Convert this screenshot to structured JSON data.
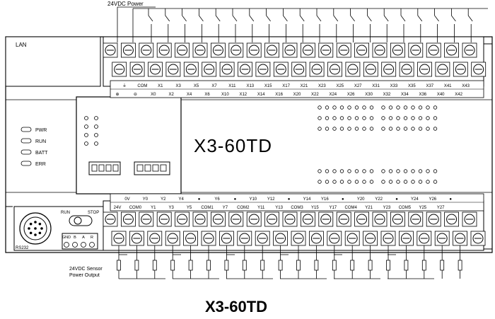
{
  "power_label": "24VDC Power",
  "lan_label": "LAN",
  "model_panel_text": "X3-60TD",
  "caption": "X3-60TD",
  "sensor_label_line1": "24VDC Sensor",
  "sensor_label_line2": "Power Output",
  "rs232_label": "RS232",
  "run_label": "RUN",
  "stop_label": "STOP",
  "comm_port_labels": [
    "GND",
    "B",
    "A",
    "R"
  ],
  "status_leds": [
    "PWR",
    "RUN",
    "BATT",
    "ERR"
  ],
  "top_terminal_row_upper": [
    "⏚",
    "COM",
    "X1",
    "X3",
    "X5",
    "X7",
    "X11",
    "X13",
    "X15",
    "X17",
    "X21",
    "X23",
    "X25",
    "X27",
    "X31",
    "X33",
    "X35",
    "X37",
    "X41",
    "X43"
  ],
  "top_terminal_row_lower": [
    "⊕",
    "⊖",
    "X0",
    "X2",
    "X4",
    "X6",
    "X10",
    "X12",
    "X14",
    "X16",
    "X20",
    "X22",
    "X24",
    "X26",
    "X30",
    "X32",
    "X34",
    "X36",
    "X40",
    "X42"
  ],
  "bottom_terminal_row_upper": [
    "0V",
    "Y0",
    "Y2",
    "Y4",
    "●",
    "Y6",
    "●",
    "Y10",
    "Y12",
    "●",
    "Y14",
    "Y16",
    "●",
    "Y20",
    "Y22",
    "●",
    "Y24",
    "Y26",
    "●"
  ],
  "bottom_terminal_row_lower": [
    "24V",
    "COM0",
    "Y1",
    "Y3",
    "Y5",
    "COM1",
    "Y7",
    "COM2",
    "Y11",
    "Y13",
    "COM3",
    "Y15",
    "Y17",
    "COM4",
    "Y21",
    "Y23",
    "COM5",
    "Y25",
    "Y27"
  ]
}
